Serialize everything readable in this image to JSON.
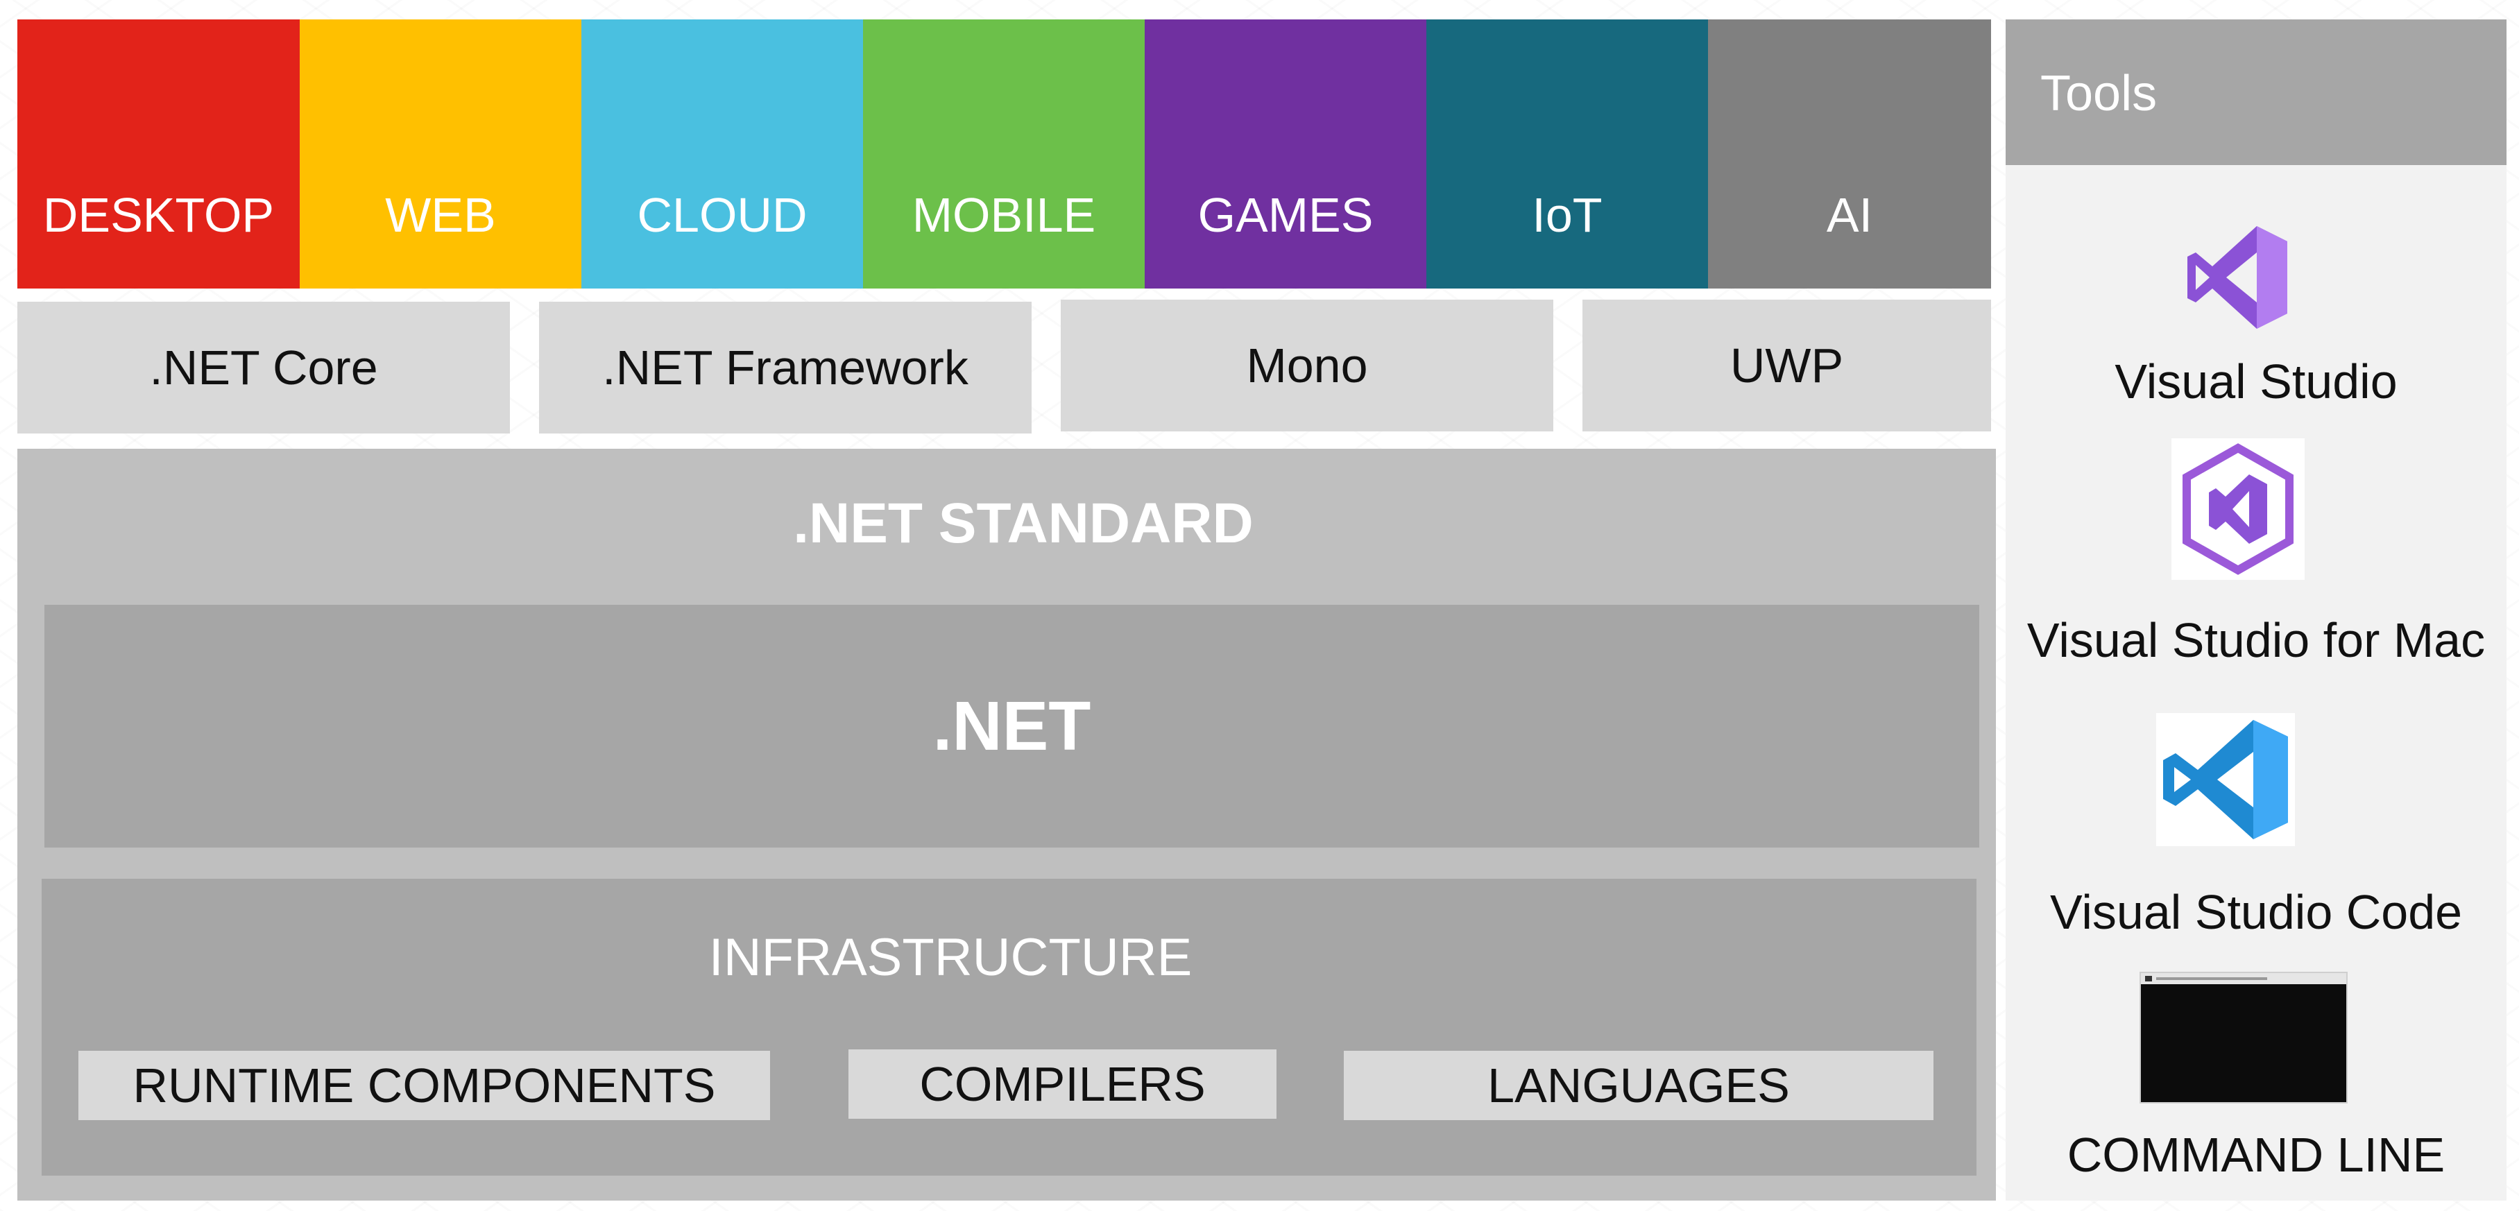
{
  "workloads": [
    {
      "label": "DESKTOP",
      "color": "#e2231a"
    },
    {
      "label": "WEB",
      "color": "#ffc000"
    },
    {
      "label": "CLOUD",
      "color": "#4ac0e0"
    },
    {
      "label": "MOBILE",
      "color": "#6cc04a"
    },
    {
      "label": "GAMES",
      "color": "#7030a0"
    },
    {
      "label": "IoT",
      "color": "#17697e"
    },
    {
      "label": "AI",
      "color": "#808080"
    }
  ],
  "runtimes": [
    ".NET Core",
    ".NET Framework",
    "Mono",
    "UWP"
  ],
  "standard": {
    "label": ".NET STANDARD"
  },
  "dotnet": {
    "label": ".NET"
  },
  "infrastructure": {
    "label": "INFRASTRUCTURE",
    "items": [
      "RUNTIME COMPONENTS",
      "COMPILERS",
      "LANGUAGES"
    ]
  },
  "tools": {
    "title": "Tools",
    "items": [
      {
        "label": "Visual Studio",
        "icon": "visual-studio-icon"
      },
      {
        "label": "Visual Studio for Mac",
        "icon": "visual-studio-mac-icon"
      },
      {
        "label": "Visual Studio Code",
        "icon": "vscode-icon"
      },
      {
        "label": "COMMAND LINE",
        "icon": "terminal-icon"
      }
    ]
  }
}
